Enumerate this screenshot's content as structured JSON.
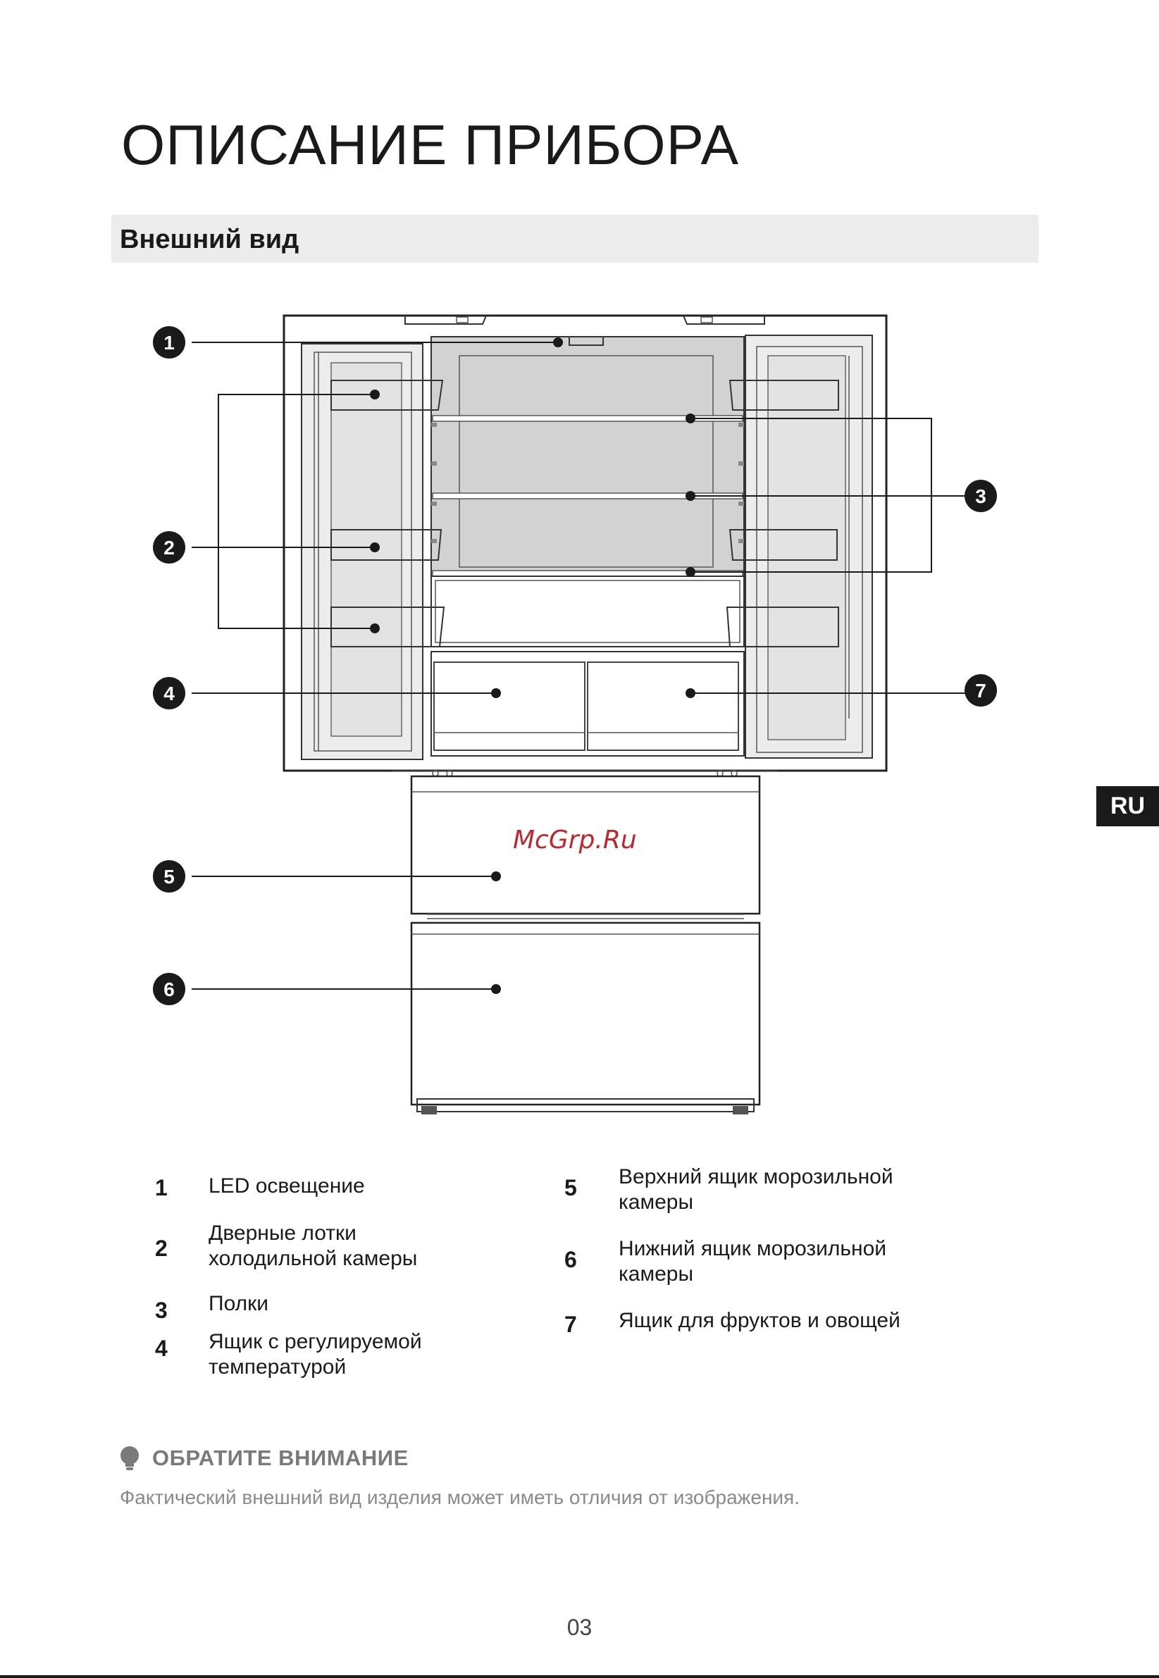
{
  "page": {
    "title": "ОПИСАНИЕ ПРИБОРА",
    "section_title": "Внешний вид",
    "lang_badge": "RU",
    "watermark": "McGrp.Ru",
    "page_number": "03"
  },
  "callouts": [
    "1",
    "2",
    "3",
    "4",
    "5",
    "6",
    "7"
  ],
  "legend": [
    {
      "num": "1",
      "text": "LED освещение"
    },
    {
      "num": "2",
      "text": "Дверные лотки холодильной камеры"
    },
    {
      "num": "3",
      "text": "Полки"
    },
    {
      "num": "4",
      "text": "Ящик с регулируемой температурой"
    },
    {
      "num": "5",
      "text": "Верхний ящик морозильной камеры"
    },
    {
      "num": "6",
      "text": "Нижний ящик морозильной камеры"
    },
    {
      "num": "7",
      "text": "Ящик для фруктов и овощей"
    }
  ],
  "note": {
    "icon": "lightbulb-icon",
    "title": "ОБРАТИТЕ ВНИМАНИЕ",
    "text": "Фактический внешний вид изделия может иметь отличия от изображения."
  },
  "colors": {
    "text": "#1a1a1a",
    "section_bar": "#ececec",
    "watermark": "#c0272d",
    "note_gray": "#7a7a7a"
  }
}
